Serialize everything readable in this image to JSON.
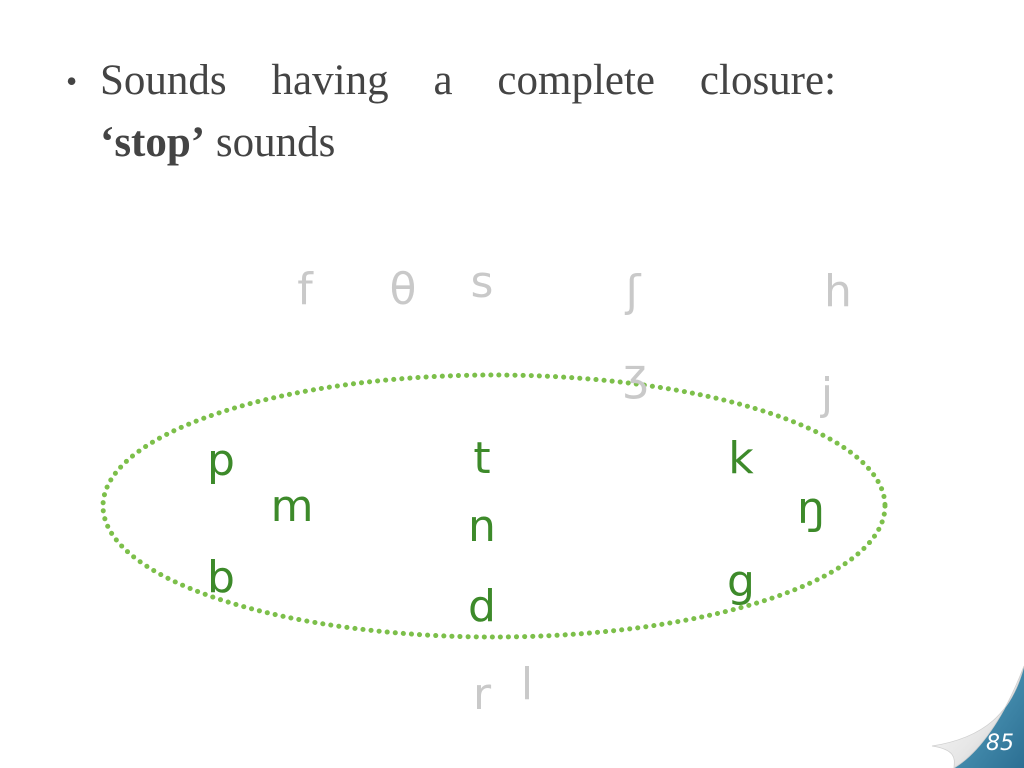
{
  "bullet": {
    "line1_words": [
      "Sounds",
      "having",
      "a",
      "complete",
      "closure:"
    ],
    "stop_word": "‘stop’",
    "line2_rest": " sounds"
  },
  "phonemes": {
    "faint": {
      "f": "f",
      "theta": "θ",
      "s": "s",
      "esh": "ʃ",
      "h": "h",
      "ezh": "ʒ",
      "j": "j",
      "r": "r",
      "l": "l"
    },
    "highlighted": {
      "p": "p",
      "m": "m",
      "b": "b",
      "t": "t",
      "n": "n",
      "d": "d",
      "k": "k",
      "eng": "ŋ",
      "g": "g"
    }
  },
  "colors": {
    "faint": "#c9c9c9",
    "highlighted": "#3d8a2a",
    "oval": "#7cbf4a",
    "curl_blue": "#3b86a8"
  },
  "page_number": "85"
}
